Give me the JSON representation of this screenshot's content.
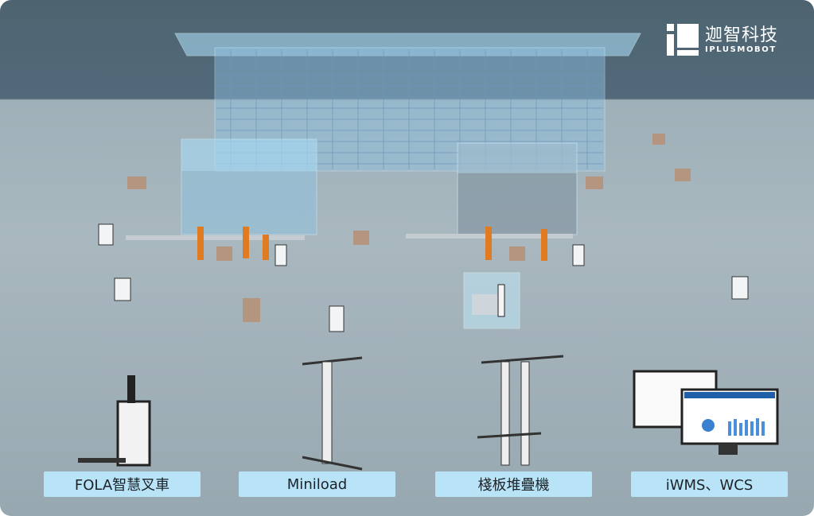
{
  "logo": {
    "name_cn": "迦智科技",
    "name_en": "IPLUSMOBOT"
  },
  "products": [
    {
      "label": "FOLA智慧叉車"
    },
    {
      "label": "Miniload"
    },
    {
      "label": "棧板堆疊機"
    },
    {
      "label": "iWMS、WCS"
    }
  ]
}
